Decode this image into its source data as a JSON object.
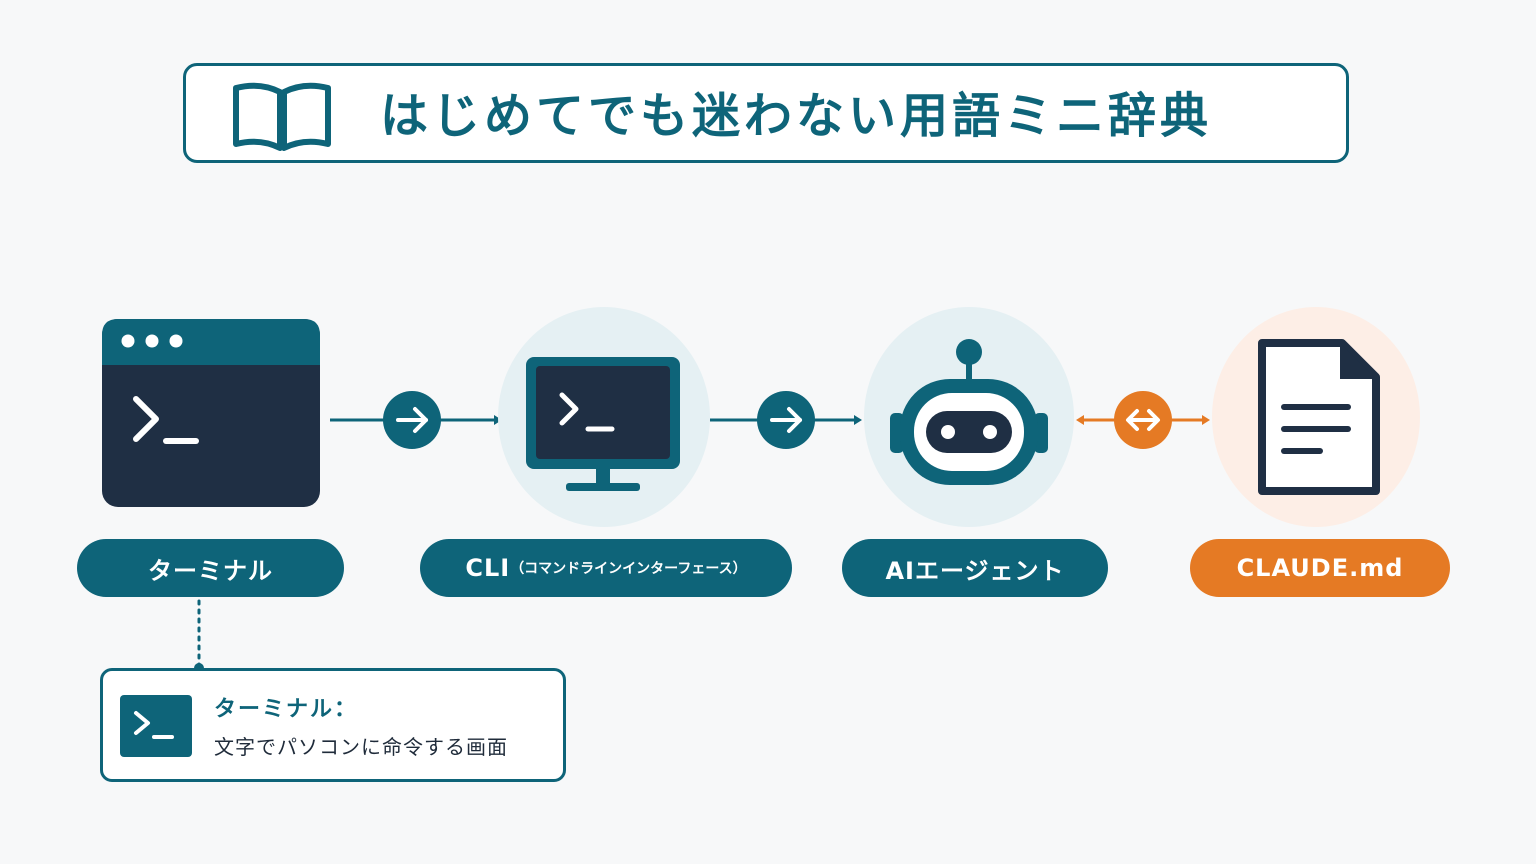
{
  "title": {
    "text": "はじめてでも迷わない用語ミニ辞典",
    "icon": "book-open-icon"
  },
  "nodes": [
    {
      "id": "terminal",
      "label": "ターミナル",
      "icon": "terminal-window-icon"
    },
    {
      "id": "cli",
      "label": "CLI",
      "label_sub": "（コマンドラインインターフェース）",
      "icon": "monitor-prompt-icon"
    },
    {
      "id": "agent",
      "label": "AIエージェント",
      "icon": "robot-icon"
    },
    {
      "id": "claude_md",
      "label": "CLAUDE.md",
      "icon": "document-icon"
    }
  ],
  "connectors": [
    {
      "from": "terminal",
      "to": "cli",
      "icon": "arrow-right-icon"
    },
    {
      "from": "cli",
      "to": "agent",
      "icon": "arrow-right-icon"
    },
    {
      "from": "agent",
      "to": "claude_md",
      "icon": "arrow-bidirectional-icon"
    }
  ],
  "callout": {
    "title": "ターミナル：",
    "description": "文字でパソコンに命令する画面",
    "icon": "terminal-prompt-icon"
  },
  "colors": {
    "teal": "#0e6479",
    "navy": "#1f2f44",
    "orange": "#e57a24",
    "teal_light_circle": "#e5f0f3",
    "orange_light_circle": "#fdeee6",
    "background": "#f7f8f9"
  }
}
